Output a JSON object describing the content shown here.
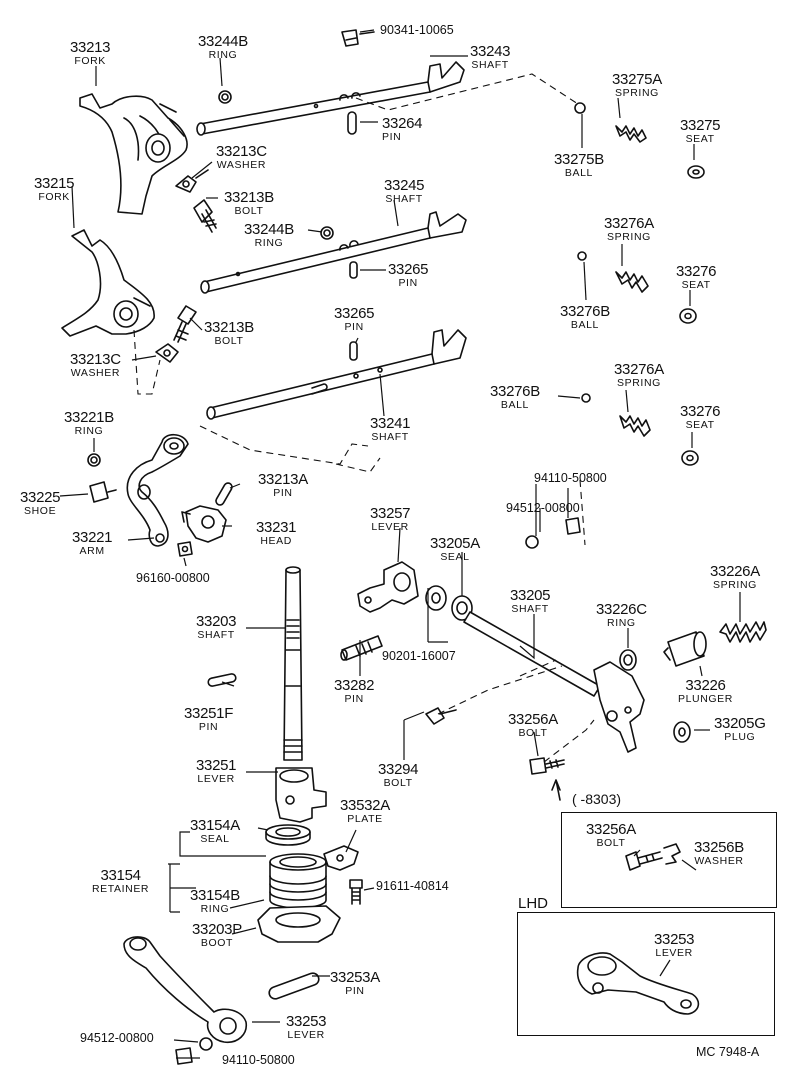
{
  "parts": {
    "p33213": {
      "num": "33213",
      "desc": "FORK"
    },
    "p33244b_top": {
      "num": "33244B",
      "desc": "RING"
    },
    "p90341": {
      "num": "90341-10065"
    },
    "p33243": {
      "num": "33243",
      "desc": "SHAFT"
    },
    "p33264": {
      "num": "33264",
      "desc": "PIN"
    },
    "p33275a": {
      "num": "33275A",
      "desc": "SPRING"
    },
    "p33275": {
      "num": "33275",
      "desc": "SEAT"
    },
    "p33275b": {
      "num": "33275B",
      "desc": "BALL"
    },
    "p33213c_top": {
      "num": "33213C",
      "desc": "WASHER"
    },
    "p33215": {
      "num": "33215",
      "desc": "FORK"
    },
    "p33213b_top": {
      "num": "33213B",
      "desc": "BOLT"
    },
    "p33245": {
      "num": "33245",
      "desc": "SHAFT"
    },
    "p33244b_mid": {
      "num": "33244B",
      "desc": "RING"
    },
    "p33265_mid": {
      "num": "33265",
      "desc": "PIN"
    },
    "p33276a_top": {
      "num": "33276A",
      "desc": "SPRING"
    },
    "p33276_top": {
      "num": "33276",
      "desc": "SEAT"
    },
    "p33276b_top": {
      "num": "33276B",
      "desc": "BALL"
    },
    "p33213b_mid": {
      "num": "33213B",
      "desc": "BOLT"
    },
    "p33265_low": {
      "num": "33265",
      "desc": "PIN"
    },
    "p33213c_mid": {
      "num": "33213C",
      "desc": "WASHER"
    },
    "p33276a_low": {
      "num": "33276A",
      "desc": "SPRING"
    },
    "p33276b_low": {
      "num": "33276B",
      "desc": "BALL"
    },
    "p33276_low": {
      "num": "33276",
      "desc": "SEAT"
    },
    "p33241": {
      "num": "33241",
      "desc": "SHAFT"
    },
    "p33221b": {
      "num": "33221B",
      "desc": "RING"
    },
    "p33213a": {
      "num": "33213A",
      "desc": "PIN"
    },
    "p94110_top": {
      "num": "94110-50800"
    },
    "p33225": {
      "num": "33225",
      "desc": "SHOE"
    },
    "p94512_top": {
      "num": "94512-00800"
    },
    "p33257": {
      "num": "33257",
      "desc": "LEVER"
    },
    "p33231": {
      "num": "33231",
      "desc": "HEAD"
    },
    "p33221": {
      "num": "33221",
      "desc": "ARM"
    },
    "p33205a": {
      "num": "33205A",
      "desc": "SEAL"
    },
    "p33226a": {
      "num": "33226A",
      "desc": "SPRING"
    },
    "p96160": {
      "num": "96160-00800"
    },
    "p33205": {
      "num": "33205",
      "desc": "SHAFT"
    },
    "p33226c": {
      "num": "33226C",
      "desc": "RING"
    },
    "p33203": {
      "num": "33203",
      "desc": "SHAFT"
    },
    "p90201": {
      "num": "90201-16007"
    },
    "p33226": {
      "num": "33226",
      "desc": "PLUNGER"
    },
    "p33282": {
      "num": "33282",
      "desc": "PIN"
    },
    "p33251f": {
      "num": "33251F",
      "desc": "PIN"
    },
    "p33256a_main": {
      "num": "33256A",
      "desc": "BOLT"
    },
    "p33205g": {
      "num": "33205G",
      "desc": "PLUG"
    },
    "p33294": {
      "num": "33294",
      "desc": "BOLT"
    },
    "p33251": {
      "num": "33251",
      "desc": "LEVER"
    },
    "p33532a": {
      "num": "33532A",
      "desc": "PLATE"
    },
    "p33154a": {
      "num": "33154A",
      "desc": "SEAL"
    },
    "p33256a_box": {
      "num": "33256A",
      "desc": "BOLT"
    },
    "p33256b": {
      "num": "33256B",
      "desc": "WASHER"
    },
    "p33154": {
      "num": "33154",
      "desc": "RETAINER"
    },
    "p91611": {
      "num": "91611-40814"
    },
    "p33154b": {
      "num": "33154B",
      "desc": "RING"
    },
    "p33203p": {
      "num": "33203P",
      "desc": "BOOT"
    },
    "p33253_box": {
      "num": "33253",
      "desc": "LEVER"
    },
    "p33253a": {
      "num": "33253A",
      "desc": "PIN"
    },
    "p33253": {
      "num": "33253",
      "desc": "LEVER"
    },
    "p94512_bot": {
      "num": "94512-00800"
    },
    "p94110_bot": {
      "num": "94110-50800"
    }
  },
  "notes": {
    "date_range": "(    -8303)",
    "lhd": "LHD",
    "figure_code": "MC  7948-A"
  }
}
